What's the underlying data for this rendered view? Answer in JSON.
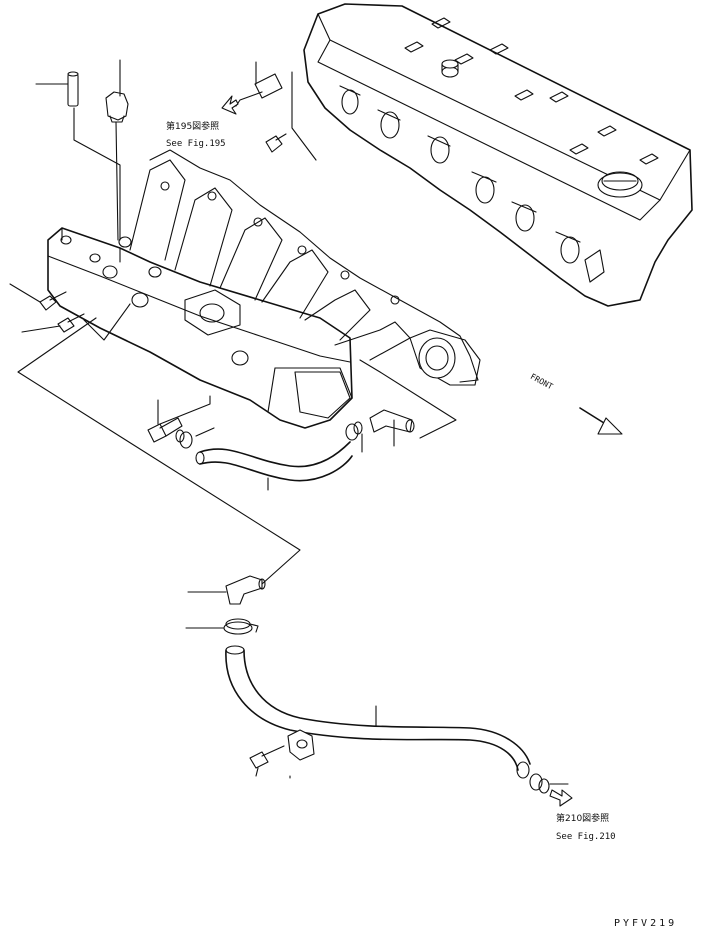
{
  "refs": [
    {
      "cjk": "第195図参照",
      "see": "See Fig.195"
    },
    {
      "cjk": "第210図参照",
      "see": "See Fig.210"
    }
  ],
  "front_label": "FRONT",
  "doc_id": "PYFV219"
}
